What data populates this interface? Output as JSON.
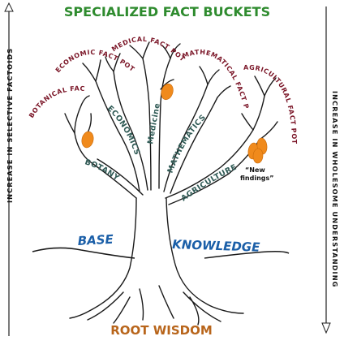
{
  "title": "SPECIALIZED FACT BUCKETS",
  "footer": "ROOT WISDOM",
  "left_axis_label": "INCREASE IN SELECTIVE FACTOIDS",
  "right_axis_label": "INCREASE IN WHOLESOME UNDERSTANDING",
  "base": {
    "word1": "BASE",
    "word2": "KNOWLEDGE"
  },
  "pots": {
    "botanical": "BOTANICAL FACT POT",
    "economic": "ECONOMIC FACT POT",
    "medical": "MEDICAL FACT POT",
    "mathematical": "MATHEMATICAL FACT POT",
    "agricultural": "AGRICULTURAL FACT POT"
  },
  "branches": {
    "botany": "BOTANY",
    "economics": "ECONOMICS",
    "medicine": "Medicine",
    "mathematics": "MATHEMATICS",
    "agriculture": "AGRICULTURE"
  },
  "new_findings": {
    "line1": "“New",
    "line2": "findings”"
  },
  "colors": {
    "title": "#2e8b2e",
    "footer": "#b8651b",
    "pot_label": "#7a1426",
    "branch_label": "#2f5a55",
    "base_label": "#1b5fa8",
    "fruit": "#f08a1c"
  }
}
